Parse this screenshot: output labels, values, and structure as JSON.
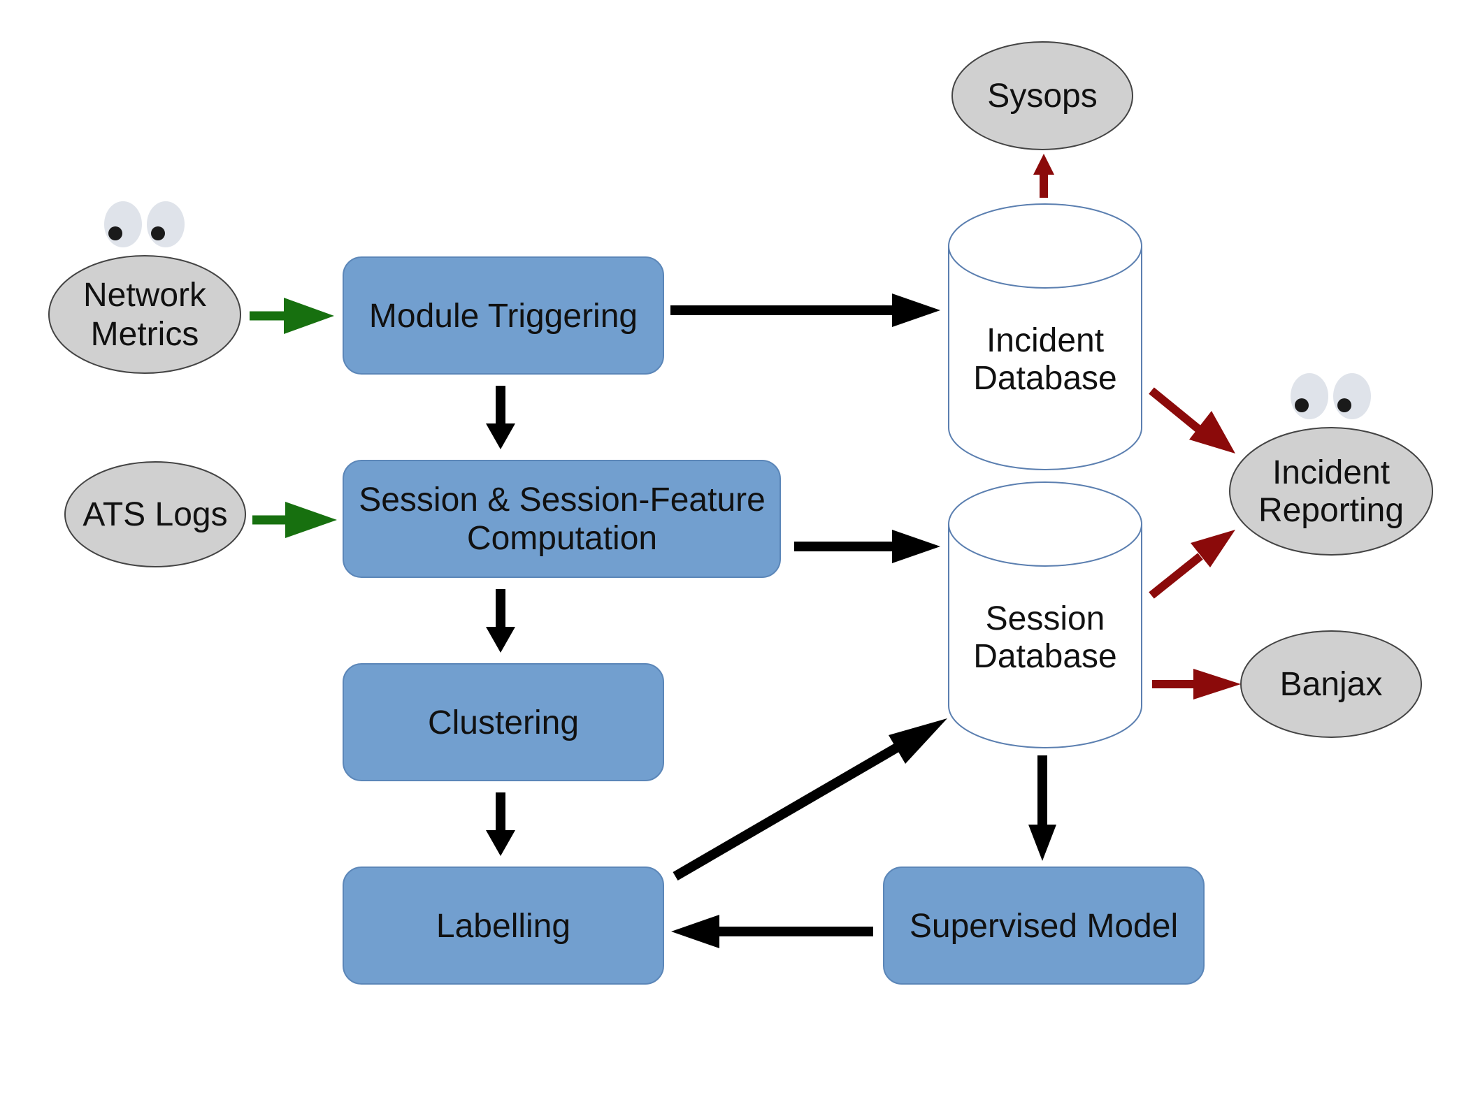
{
  "colors": {
    "process_fill": "#729fcf",
    "process_stroke": "#5b86b8",
    "ellipse_fill": "#d0d0d0",
    "ellipse_stroke": "#444444",
    "db_fill": "#ffffff",
    "db_stroke": "#5b7fb0",
    "arrow_black": "#000000",
    "arrow_green": "#17700f",
    "arrow_red": "#8b0a0a",
    "eye_white": "#dfe3ea",
    "eye_pupil": "#1a1a1a"
  },
  "nodes": {
    "network_metrics": {
      "lines": [
        "Network",
        "Metrics"
      ]
    },
    "ats_logs": {
      "lines": [
        "ATS Logs"
      ]
    },
    "module_triggering": {
      "lines": [
        "Module Triggering"
      ]
    },
    "session_feature": {
      "lines": [
        "Session & Session-Feature",
        "Computation"
      ]
    },
    "clustering": {
      "lines": [
        "Clustering"
      ]
    },
    "labelling": {
      "lines": [
        "Labelling"
      ]
    },
    "supervised_model": {
      "lines": [
        "Supervised Model"
      ]
    },
    "incident_database": {
      "lines": [
        "Incident",
        "Database"
      ]
    },
    "session_database": {
      "lines": [
        "Session",
        "Database"
      ]
    },
    "sysops": {
      "lines": [
        "Sysops"
      ]
    },
    "incident_reporting": {
      "lines": [
        "Incident",
        "Reporting"
      ]
    },
    "banjax": {
      "lines": [
        "Banjax"
      ]
    }
  }
}
